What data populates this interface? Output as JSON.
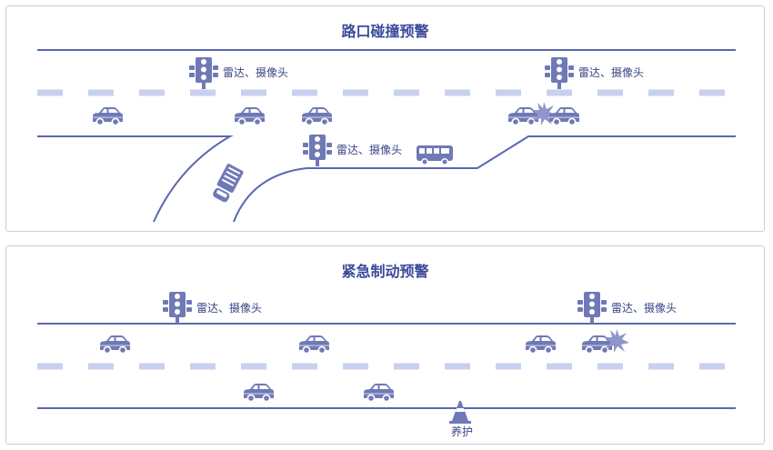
{
  "colors": {
    "road": "#5b67b3",
    "dash": "#c8d0ef",
    "vehicle": "#6f79b6",
    "accent": "#3a4a9a",
    "cone": "#6f79b6"
  },
  "panels": [
    {
      "title": "路口碰撞预警",
      "signals": [
        {
          "label": "雷达、摄像头",
          "icon": "traffic-light-icon"
        },
        {
          "label": "雷达、摄像头",
          "icon": "traffic-light-icon"
        },
        {
          "label": "雷达、摄像头",
          "icon": "traffic-light-icon"
        }
      ],
      "vehicles": [
        "car-icon",
        "car-icon",
        "car-icon",
        "car-icon",
        "car-icon",
        "bus-icon",
        "truck-icon"
      ],
      "events": [
        "collision-burst-icon"
      ]
    },
    {
      "title": "紧急制动预警",
      "signals": [
        {
          "label": "雷达、摄像头",
          "icon": "traffic-light-icon"
        },
        {
          "label": "雷达、摄像头",
          "icon": "traffic-light-icon"
        }
      ],
      "vehicles": [
        "car-icon",
        "car-icon",
        "car-icon",
        "car-icon",
        "car-icon",
        "car-icon"
      ],
      "events": [
        "collision-burst-icon"
      ],
      "cone": {
        "label": "养护",
        "icon": "traffic-cone-icon"
      }
    }
  ]
}
